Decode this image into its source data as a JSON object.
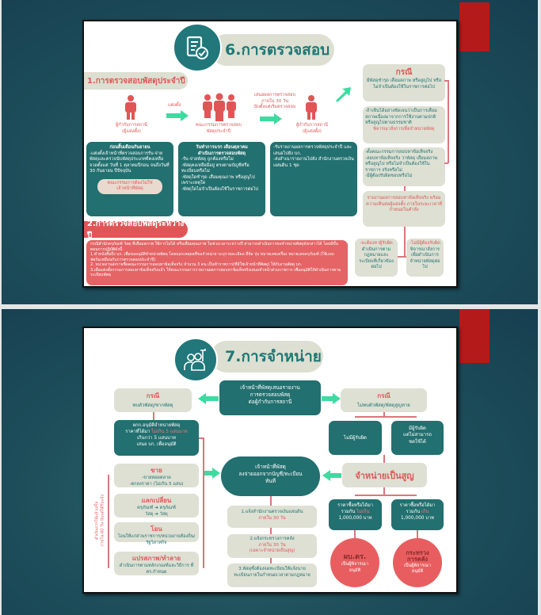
{
  "colors": {
    "teal": "#22706f",
    "beige": "#dde0d3",
    "red": "#e05656",
    "arrow": "#3ddba0",
    "tab": "#b41a1a"
  },
  "slide1": {
    "title": "6.การตรวจสอบ",
    "icon": "document-check-icon",
    "section1": "1.การตรวจสอบพัสดุประจำปี",
    "flow": {
      "person1": "ผู้กำกับการสถานี\n(ผู้แต่งตั้ง)",
      "arrow1": "แต่งตั้ง",
      "committee": "คณะกรรมการตรวจสอบ\nพัสดุประจำปี",
      "arrow2": "เสนอผลการตรวจสอบ\nภายใน 30 วัน\nนับตั้งแต่เริ่มตรวจสอบ",
      "person2": "ผู้กำกับการสถานี\n(ผู้แต่งตั้ง)"
    },
    "box1": {
      "heading": "ก่อนสิ้นเดือนกันยายน",
      "body": "-แต่งตั้งเจ้าหน้าที่ตรวจสอบการรับ-จ่าย พัสดุและตรวจนับพัสดุประเภทที่คงเหลือ จวดตั้งแต่ วันที่ 1 ตุลาคมปีก่อน จนถึงวันที่ 30 กันยายน ปีปัจจุบัน",
      "note": "คณะกรรมการต้องไม่ใช่\nเจ้าหน้าที่พัสดุ"
    },
    "box2": {
      "heading": "วันทำการแรก เดือนตุลาคม\nดำเนินการตรวจสอบพัสดุ",
      "body": "-รับ-จ่ายพัสดุ ถูกต้องหรือไม่\n-พัสดุคงเหลือมีอยู่ ตรงตามบัญชีหรือทะเบียนหรือไม่\n-พัสดุใดชำรุด เสื่อมคุณภาพ หรือสูญไปเพราะเหตุใด\n-พัสดุใดไม่จำเป็นต้องใช้ในราชการต่อไป"
    },
    "box3": {
      "body": "-รับรายงานผลการตรวจพัสดุประจำปี และเสนอไปยัง บก.\n-ส่งสำเนารายงานไปยัง สำนักงานตรวจเงินแผ่นดิน 1 ชุด"
    },
    "section2": "2.การตรวจสอบพัสดุระหว่างปี",
    "section2_body": "   กรณีสำนักครุภัณฑ์ วัสดุ ที่เสื่อมสภาพ ใช้การไม่ได้ หรือเสื่อมคุณภาพ ในช่วงเวลาระหว่างปี สามารถดำเนินการขอจำหน่ายพัสดุดังกล่าวได้ โดยมีขั้นตอนการปฏิบัติดังนี้\n1.ทำหนังสือถึง บก. เพื่อขออนุมัติจำหน่ายพัสดุ โดยบอกเหตุผลที่ขอจำหน่าย ระบุรายละเอียด ยี่ห้อ รุ่น หมายเลขเครื่อง หมายเลขครุภัณฑ์ (ใช้แบบฟอร์มเหมือนกับการตรวจสอบประจำปี)\n2. หน่วยงานส่งรายชื่อคณะกรรมการสอบหาข้อเท็จจริง จำนวน 3 คน เป็นข้าราชการ(ที่มิใช่เจ้าหน้าที่พัสดุ) ให้กับงานพัสดุ บก.\n3.เมื่อแต่งตั้งกรรมการสอบหาข้อเท็จจริงแล้ว ให้คณะกรรมการรายงานผลการสอบหาข้อเท็จจริงเสนอหัวหน้าส่วนราชการ เพื่ออนุมัติให้ดำเนินการตามระเบียบพัสดุ",
    "right": {
      "case_title": "กรณี",
      "case_body": "มีพัสดุชำรุด เสื่อมสภาพ หรือสูญไป หรือไม่จำเป็นต้องใช้ในราชการต่อไป",
      "b2_body": "-ถ้าเห็นได้อย่างชัดเจนว่าเป็นการเสื่อมสภาพเนื่องมาจากการใช้งานตามปกติ หรือสูญไปตามธรรมชาติ",
      "b2_red": "พิจารณาสั่งการเพื่อจำหน่ายพัสดุ",
      "b3_body": "-ตั้งคณะกรรมการสอบหาข้อเท็จจริง\n-สอบหาข้อเท็จจริง ว่าพัสดุ เสื่อมสภาพหรือสูญไป หรือไม่จำเป็นต้องใช้ในราชการ จริงหรือไม่\n-มีผู้ต้องรับผิดชอบหรือไม่",
      "b4_red": "รายงานผลการสอบหาข้อเท็จจริง พร้อมความเห็นต่อผู้แต่งตั้ง ภายในระยะเวลาที่กำหนดในคำสั่ง",
      "left_red": "-จะต้องหาผู้รับผิด",
      "left_body": "ดำเนินการตามกฎหมายและระเบียบที่เกี่ยวข้องต่อไป",
      "right_red": "-ไม่มีผู้ต้องรับผิด",
      "right_body": "พิจารณาสั่งการเพื่อดำเนินการจำหน่ายพัสดุต่อไป"
    }
  },
  "slide2": {
    "title": "7.การจำหน่าย",
    "icon": "officer-with-tool-icon",
    "center_top": "เจ้าหน้าที่พัสดุเสนอรายงาน\nการตรวจสอบพัสดุ\nต่อผู้กำกับการสถานี",
    "left_case_title": "กรณี",
    "left_case_body": "พบตัวพัสดุ/ซากพัสดุ",
    "right_case_title": "กรณี",
    "right_case_body": "ไม่พบตัวพัสดุ/พัสดุสูญหาย",
    "approve_line1": "ผกก.อนุมัติจำหน่ายพัสดุ",
    "approve_line2a": "ราคาที่ได้มา ",
    "approve_line2b": "ไม่เกิน 5 แสนบาท",
    "approve_line3": "เกินกว่า 5 แสนบาท\nเสนอ บก. เพื่ออนุมัติ",
    "vertical_label": "ดำเนินการให้แล้วเสร็จ\nภายใน 60 วัน นับแต่ได้รับแจ้ง",
    "methods": [
      {
        "title": "ขาย",
        "body": "-ขายทอดตลาด\n-ตกลงราคา (ไม่เกิน 5 แสน)"
      },
      {
        "title": "แลกเปลี่ยน",
        "body": "ครุภัณฑ์ ➜ ครุภัณฑ์\nวัสดุ ➜ วัสดุ"
      },
      {
        "title": "โอน",
        "body": "โอนให้แก่ส่วนราชการ/หน่วยงานท้องถิ่น/รัฐวิสาหกิจ"
      },
      {
        "title": "แปรสภาพ/ทำลาย",
        "body": "ดำเนินการตามหลักเกณฑ์และวิธีการ ที่ ตร.กำหนด"
      }
    ],
    "center_oval": "เจ้าหน้าที่พัสดุ\nลงจ่ายออกจากบัญชี/ทะเบียน\nทันที",
    "steps": [
      {
        "text": "1.แจ้งสำนักงานตรวจเงินแผ่นดิน",
        "red": "ภายใน 30 วัน"
      },
      {
        "text": "2.แจ้งกระทรวงการคลัง",
        "red": "ภายใน 30 วัน\n(เฉพาะจำหน่ายเป็นสูญ)"
      },
      {
        "text": "3.พัสดุซึ่งต้องจดทะเบียนให้แจ้งนายทะเบียนภายในกำหนดเวลาตามกฎหมาย",
        "red": ""
      }
    ],
    "no_liable": "ไม่มีผู้รับผิด",
    "liable": "มีผู้รับผิด\nแต่ไม่สามารถ\nชดใช้ได้",
    "write_off": "จำหน่ายเป็นสูญ",
    "price_left": {
      "a": "ราคาซื้อหรือได้มา\nรวมกัน ",
      "red": "ไม่เกิน",
      "b": "1,000,000 บาท"
    },
    "price_right": {
      "a": "ราคาซื้อหรือได้มา\nรวมกัน ",
      "red": "เกิน",
      "b": "1,000,000 บาท"
    },
    "approver_left": {
      "title": "ผบ.ตร.",
      "body": "เป็นผู้พิจารณา\nอนุมัติ"
    },
    "approver_right": {
      "title": "กระทรวง\nการคลัง",
      "body": "เป็นผู้พิจารณา\nอนุมัติ"
    }
  }
}
